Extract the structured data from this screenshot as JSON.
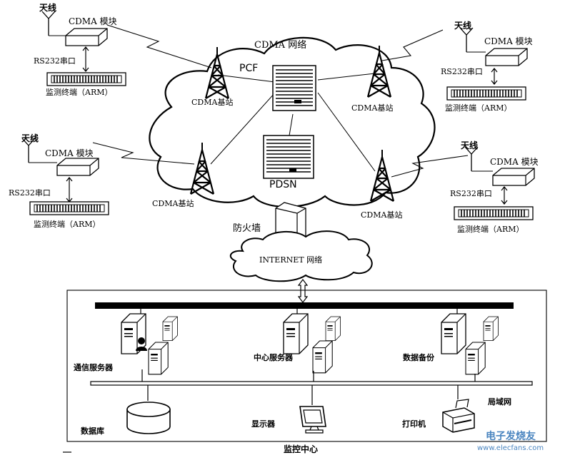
{
  "network": {
    "cloud_title": "CDMA 网络",
    "pcf": "PCF",
    "pdsn": "PDSN",
    "firewall": "防火墙",
    "internet": "INTERNET 网络"
  },
  "remote_units": [
    {
      "antenna": "天线",
      "module": "CDMA 模块",
      "serial": "RS232串口",
      "terminal": "监测终端（ARM）"
    },
    {
      "antenna": "天线",
      "module": "CDMA 模块",
      "serial": "RS232串口",
      "terminal": "监测终端（ARM）"
    },
    {
      "antenna": "天线",
      "module": "CDMA 模块",
      "serial": "RS232串口",
      "terminal": "监测终端（ARM）"
    },
    {
      "antenna": "天线",
      "module": "CDMA 模块",
      "serial": "RS232串口",
      "terminal": "监测终端（ARM）"
    }
  ],
  "base_stations": [
    "CDMA基站",
    "CDMA基站",
    "CDMA基站",
    "CDMA基站"
  ],
  "monitor_center": {
    "title": "监控中心",
    "comm_server": "通信服务器",
    "center_server": "中心服务器",
    "backup": "数据备份",
    "database": "数据库",
    "display": "显示器",
    "printer": "打印机",
    "lan": "局域网"
  },
  "watermark": "电子发烧友 www.elecfans.com"
}
